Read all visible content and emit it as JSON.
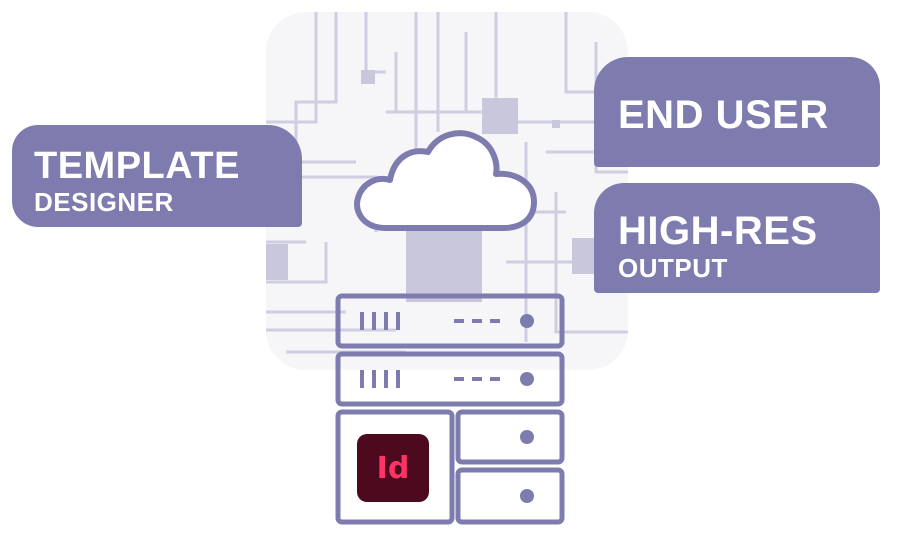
{
  "labels": {
    "template_designer": {
      "line1": "TEMPLATE",
      "line2": "DESIGNER"
    },
    "end_user": {
      "line1": "END USER"
    },
    "high_res_output": {
      "line1": "HIGH-RES",
      "line2": "OUTPUT"
    }
  },
  "logo": {
    "text": "Id"
  },
  "colors": {
    "label_fill": "#7e7cae",
    "server_stroke": "#7e7cae",
    "circuit": "#c9c7dc",
    "logo_bg": "#4d0a1e",
    "logo_text": "#ff3366"
  },
  "icons": [
    "cloud-icon",
    "server-rack-icon",
    "indesign-logo"
  ]
}
